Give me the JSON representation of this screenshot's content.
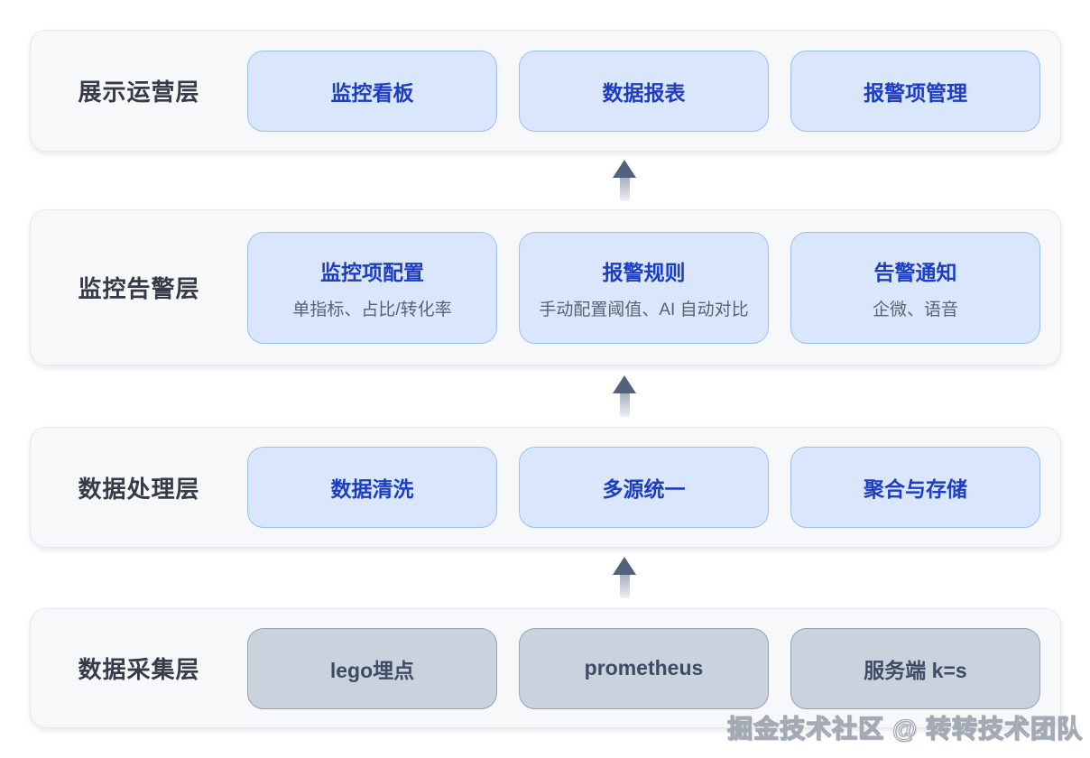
{
  "colors": {
    "container_fill": "#f7f8fa",
    "container_border": "#e6e8ef",
    "blue_box_fill": "#d9e6fb",
    "blue_box_border": "#9fc0ee",
    "blue_box_text": "#1d3ec2",
    "gray_box_fill": "#c9d2dd",
    "gray_box_border": "#97a2b4",
    "gray_box_text": "#3d4b63",
    "subtitle_text": "#5b6372",
    "layer_label_text": "#353b47",
    "arrow_head": "#52617c"
  },
  "layers": [
    {
      "label": "展示运营层",
      "boxes": [
        {
          "title": "监控看板"
        },
        {
          "title": "数据报表"
        },
        {
          "title": "报警项管理"
        }
      ]
    },
    {
      "label": "监控告警层",
      "boxes": [
        {
          "title": "监控项配置",
          "subtitle": "单指标、占比/转化率"
        },
        {
          "title": "报警规则",
          "subtitle": "手动配置阈值、AI 自动对比"
        },
        {
          "title": "告警通知",
          "subtitle": "企微、语音"
        }
      ]
    },
    {
      "label": "数据处理层",
      "boxes": [
        {
          "title": "数据清洗"
        },
        {
          "title": "多源统一"
        },
        {
          "title": "聚合与存储"
        }
      ]
    },
    {
      "label": "数据采集层",
      "boxes": [
        {
          "title": "lego埋点"
        },
        {
          "title": "prometheus"
        },
        {
          "title": "服务端 k=s"
        }
      ]
    }
  ],
  "watermark": "掘金技术社区 @ 转转技术团队"
}
